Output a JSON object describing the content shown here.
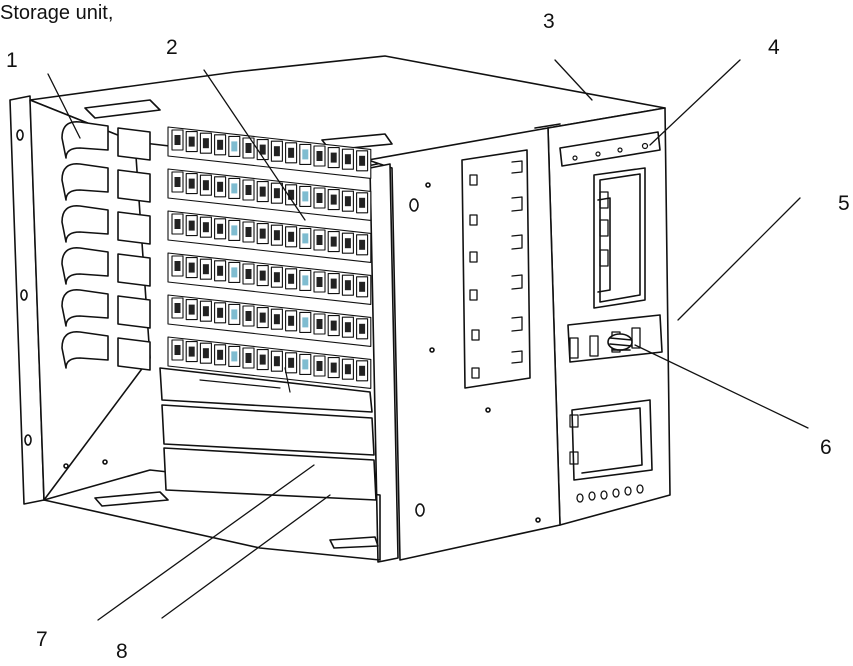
{
  "title": "Storage unit,",
  "callouts": [
    {
      "id": "1",
      "label": "1"
    },
    {
      "id": "2",
      "label": "2"
    },
    {
      "id": "3",
      "label": "3"
    },
    {
      "id": "4",
      "label": "4"
    },
    {
      "id": "5",
      "label": "5"
    },
    {
      "id": "6",
      "label": "6"
    },
    {
      "id": "7",
      "label": "7"
    },
    {
      "id": "8",
      "label": "8"
    }
  ]
}
